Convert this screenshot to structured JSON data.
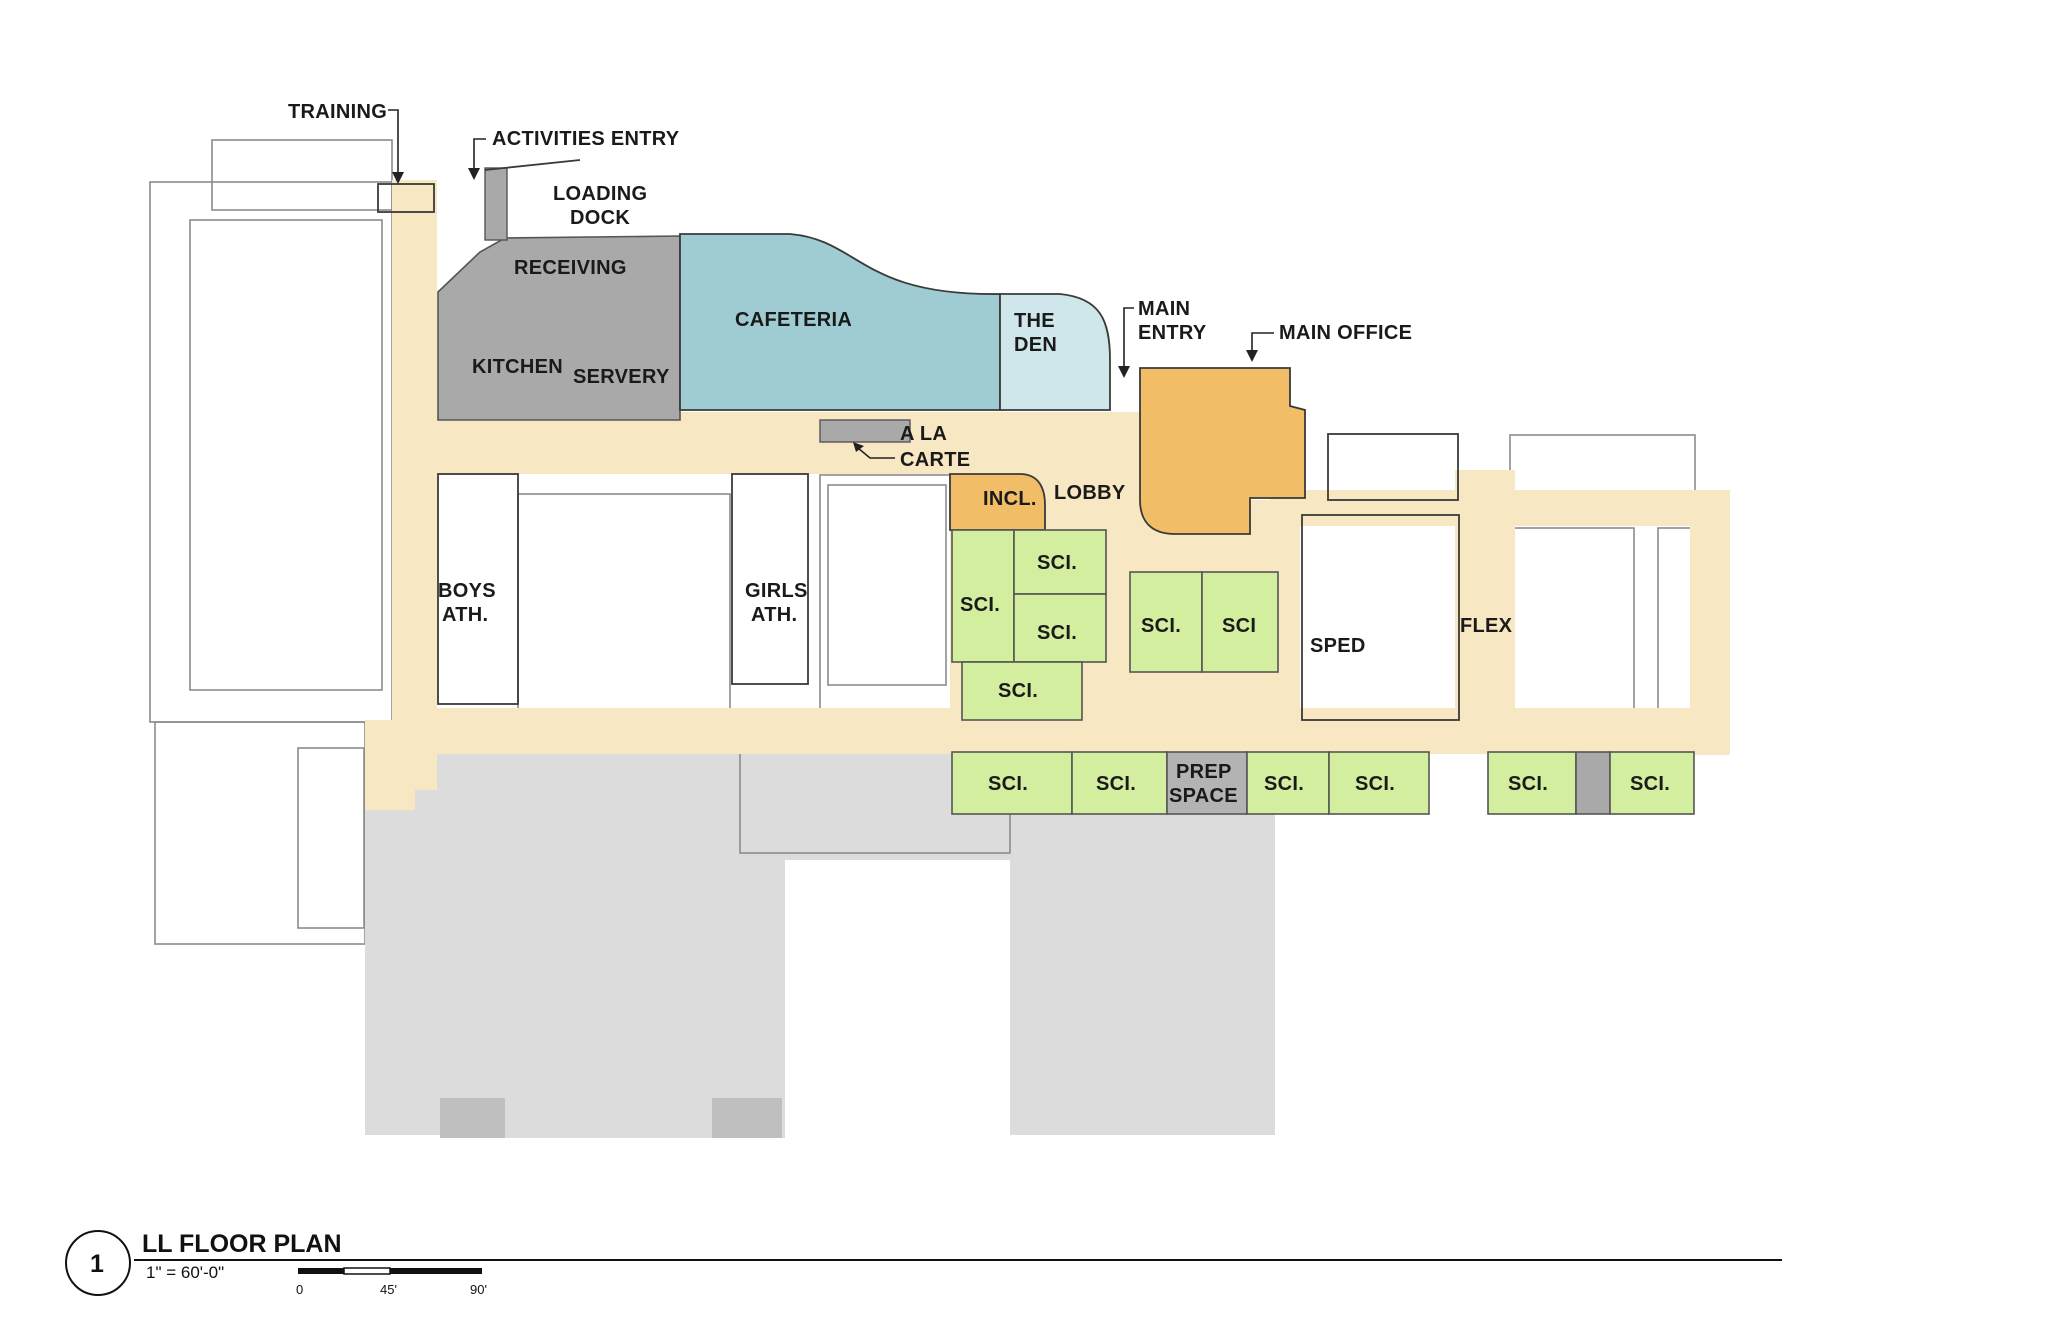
{
  "plan": {
    "colors": {
      "corridor": "#f7e7c3",
      "existing": "#dcdcdc",
      "existing_dark": "#bfbfbf",
      "service": "#a9a9a9",
      "cafeteria": "#9fcbd3",
      "den": "#cfe6ea",
      "athletics": "#d18a52",
      "office": "#f1bd66",
      "science": "#d3ee9f",
      "sped": "#bba2ad",
      "prep": "#b3b3b3"
    },
    "rooms": {
      "cafeteria": "CAFETERIA",
      "the_den_line1": "THE",
      "the_den_line2": "DEN",
      "receiving": "RECEIVING",
      "kitchen": "KITCHEN",
      "servery": "SERVERY",
      "boys_ath_line1": "BOYS",
      "boys_ath_line2": "ATH.",
      "girls_ath_line1": "GIRLS",
      "girls_ath_line2": "ATH.",
      "incl": "INCL.",
      "lobby": "LOBBY",
      "sped": "SPED",
      "flex": "FLEX",
      "science": "SCI.",
      "science_alt": "SCI",
      "prep_line1": "PREP",
      "prep_line2": "SPACE"
    },
    "callouts": {
      "training": "TRAINING",
      "activities_entry": "ACTIVITIES ENTRY",
      "loading_dock_line1": "LOADING",
      "loading_dock_line2": "DOCK",
      "main_entry_line1": "MAIN",
      "main_entry_line2": "ENTRY",
      "main_office": "MAIN OFFICE",
      "a_la_carte_line1": "A LA",
      "a_la_carte_line2": "CARTE"
    }
  },
  "title_block": {
    "number": "1",
    "title": "LL FLOOR PLAN",
    "scale": "1\" = 60'-0\"",
    "scale_ticks": [
      "0",
      "45'",
      "90'"
    ]
  }
}
